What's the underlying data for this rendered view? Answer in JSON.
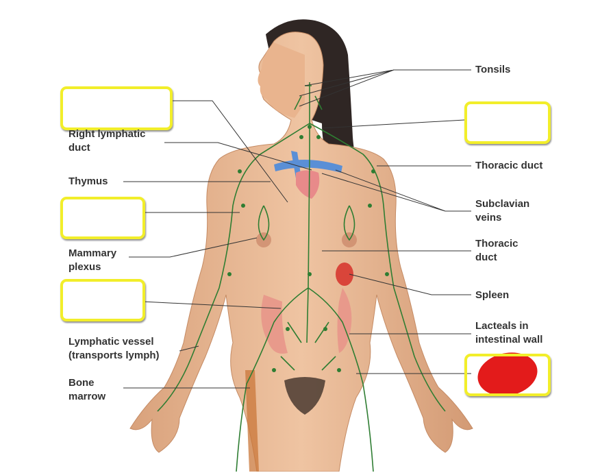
{
  "labels": {
    "tonsils": "Tonsils",
    "right_lymphatic_duct": "Right lymphatic duct",
    "thoracic_duct_1": "Thoracic duct",
    "thymus": "Thymus",
    "subclavian_veins": "Subclavian veins",
    "thoracic_duct_2": "Thoracic duct",
    "mammary_plexus": "Mammary plexus",
    "spleen": "Spleen",
    "lacteals": "Lacteals in intestinal wall",
    "lymphatic_vessel": "Lymphatic vessel (transports lymph)",
    "bone_marrow": "Bone marrow"
  },
  "colors": {
    "answer_box_border": "#f2ee2a",
    "red_mark": "#e31b1b",
    "lymph_vessel": "#2e7d32",
    "skin": "#e8b792",
    "vein_blue": "#5a8fd6",
    "organ_pink": "#e88a8a"
  }
}
